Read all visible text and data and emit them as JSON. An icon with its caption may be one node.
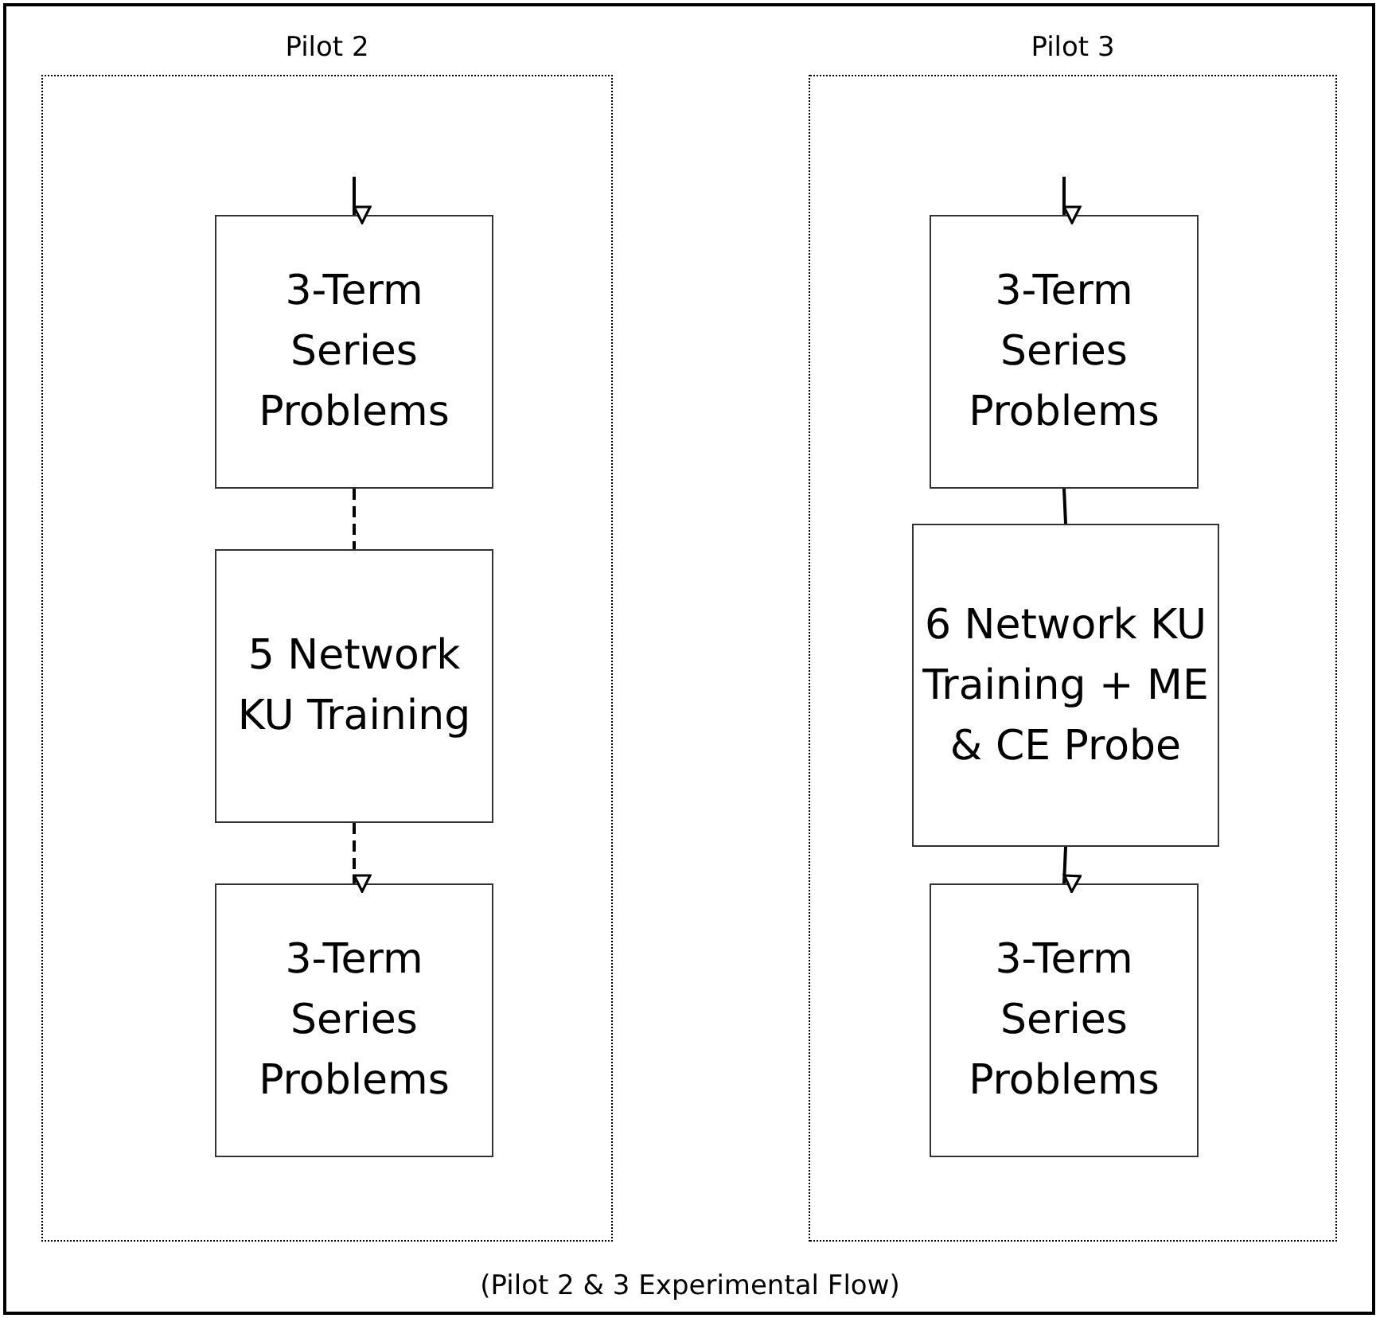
{
  "diagram": {
    "caption": "(Pilot 2 & 3 Experimental Flow)",
    "nodes": [
      {
        "text": [
          "Pilot 2"
        ]
      },
      {
        "text": [
          "3-Term Series Problems"
        ],
        "in": 0
      },
      {
        "text": [
          "5 Network KU Training"
        ],
        "in": 0
      },
      {
        "text": [
          "3-Term Series Problems"
        ],
        "in": 0
      },
      {
        "text": [
          "Pilot 3"
        ]
      },
      {
        "text": [
          "3-Term Series Problems"
        ],
        "in": 4
      },
      {
        "text": [
          "6 Network KU Training + ME & CE Probe"
        ],
        "in": 4
      },
      {
        "text": [
          "3-Term Series Problems"
        ],
        "in": 4
      }
    ],
    "edges": [
      {
        "from": null,
        "to": 1,
        "arrow": "to"
      },
      {
        "from": 1,
        "to": 2,
        "arrow": "none",
        "style": "dashed"
      },
      {
        "from": 2,
        "to": 3,
        "arrow": "to",
        "style": "dashed"
      },
      {
        "from": null,
        "to": 5,
        "arrow": "to"
      },
      {
        "from": 5,
        "to": 6,
        "arrow": "none"
      },
      {
        "from": 6,
        "to": 7,
        "arrow": "to"
      }
    ]
  }
}
